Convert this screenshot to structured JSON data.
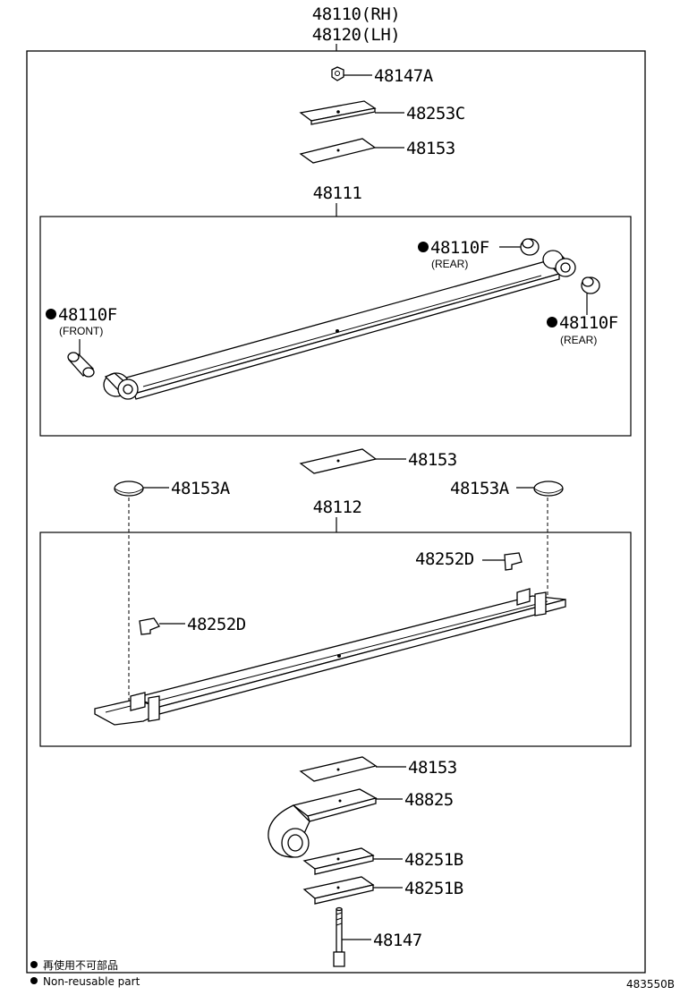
{
  "assembly": {
    "rh": "48110(RH)",
    "lh": "48120(LH)"
  },
  "parts": {
    "nut_top": "48147A",
    "seat_upper": "48253C",
    "insulator_upper": "48153",
    "leaf_main_group": "48111",
    "bushing_rear_upper": "48110F",
    "bushing_rear_upper_note": "(REAR)",
    "bushing_front": "48110F",
    "bushing_front_note": "(FRONT)",
    "bushing_rear_lower": "48110F",
    "bushing_rear_lower_note": "(REAR)",
    "insulator_mid": "48153",
    "bumper_left": "48153A",
    "bumper_right": "48153A",
    "leaf_second_group": "48112",
    "clip_right": "48252D",
    "clip_left": "48252D",
    "insulator_lower": "48153",
    "shackle_plate": "48825",
    "seat_lower_1": "48251B",
    "seat_lower_2": "48251B",
    "bolt": "48147"
  },
  "legend": {
    "jp": "再使用不可部品",
    "en": "Non-reusable part"
  },
  "figure_id": "483550B"
}
